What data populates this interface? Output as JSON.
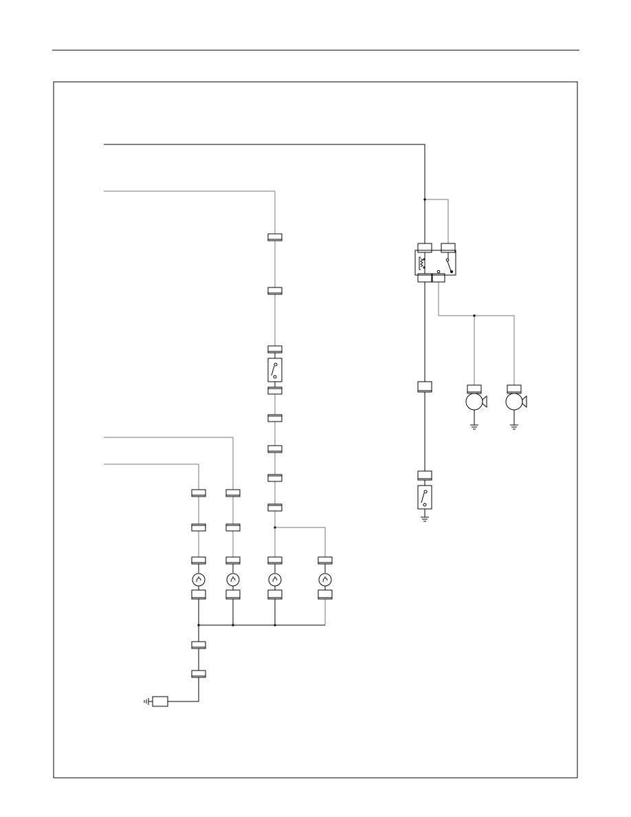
{
  "page": {
    "header_rule": true,
    "frame": true
  },
  "colors": {
    "wire_dark": "#000000",
    "wire_gray": "#777777",
    "connector_fill": "#ffffff",
    "background": "#ffffff"
  },
  "diagram": {
    "type": "wiring-schematic",
    "labels": [],
    "components": {
      "relay_unit_count": 1,
      "switch_count": 2,
      "lamp_count": 4,
      "horn_count": 2,
      "chassis_ground_terminal_count": 1,
      "ground_symbol_count": 3
    }
  }
}
